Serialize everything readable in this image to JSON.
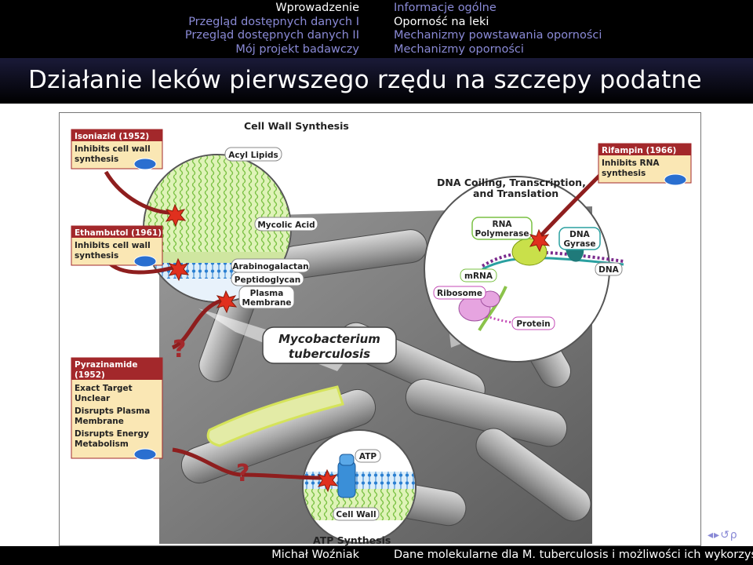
{
  "nav": {
    "sections": [
      "Wprowadzenie",
      "Przegląd dostępnych danych I",
      "Przegląd dostępnych danych II",
      "Mój projekt badawczy"
    ],
    "active_section": 0,
    "subsections": [
      "Informacje ogólne",
      "Oporność na leki",
      "Mechanizmy powstawania oporności",
      "Mechanizmy oporności"
    ],
    "active_subsection": 1
  },
  "slide": {
    "title": "Działanie leków pierwszego rzędu na szczepy podatne"
  },
  "figure": {
    "labels": {
      "cell_wall_synthesis": "Cell Wall Synthesis",
      "acyl_lipids": "Acyl Lipids",
      "mycolic_acid": "Mycolic Acid",
      "arabinogalactan": "Arabinogalactan",
      "peptidoglycan": "Peptidoglycan",
      "plasma": "Plasma",
      "membrane": "Membrane",
      "dna_coiling_1": "DNA Coiling, Transcription,",
      "dna_coiling_2": "and Translation",
      "rna": "RNA",
      "polymerase": "Polymerase",
      "dna_gyrase_1": "DNA",
      "dna_gyrase_2": "Gyrase",
      "dna": "DNA",
      "mrna": "mRNA",
      "ribosome": "Ribosome",
      "protein": "Protein",
      "mycobacterium": "Mycobacterium",
      "tuberculosis": "tuberculosis",
      "atp": "ATP",
      "cell_wall": "Cell Wall",
      "atp_synthesis": "ATP Synthesis",
      "question": "?"
    },
    "drugs": {
      "isoniazid": {
        "name": "Isoniazid (1952)",
        "lines": [
          "Inhibits cell wall",
          "synthesis"
        ]
      },
      "ethambutol": {
        "name": "Ethambutol (1961)",
        "lines": [
          "Inhibits cell wall",
          "synthesis"
        ]
      },
      "pyrazinamide": {
        "name_lines": [
          "Pyrazinamide",
          "(1952)"
        ],
        "lines": [
          "Exact Target",
          "Unclear",
          "Disrupts Plasma",
          "Membrane",
          "Disrupts Energy",
          "Metabolism"
        ]
      },
      "rifampin": {
        "name": "Rifampin (1966)",
        "lines": [
          "Inhibits RNA",
          "synthesis"
        ]
      }
    },
    "colors": {
      "drug_header": "#a3282b",
      "drug_body": "#fae7b4",
      "arrow": "#8e1e1e",
      "lens_wall": "#a8e070",
      "bacterium": "#b0b0b0"
    }
  },
  "footer": {
    "author": "Michał Woźniak",
    "title": "Dane molekularne dla M. tuberculosis i możliwości ich wykorzystania"
  },
  "icons": [
    "nav-left-icon",
    "nav-right-icon",
    "search-icon"
  ]
}
